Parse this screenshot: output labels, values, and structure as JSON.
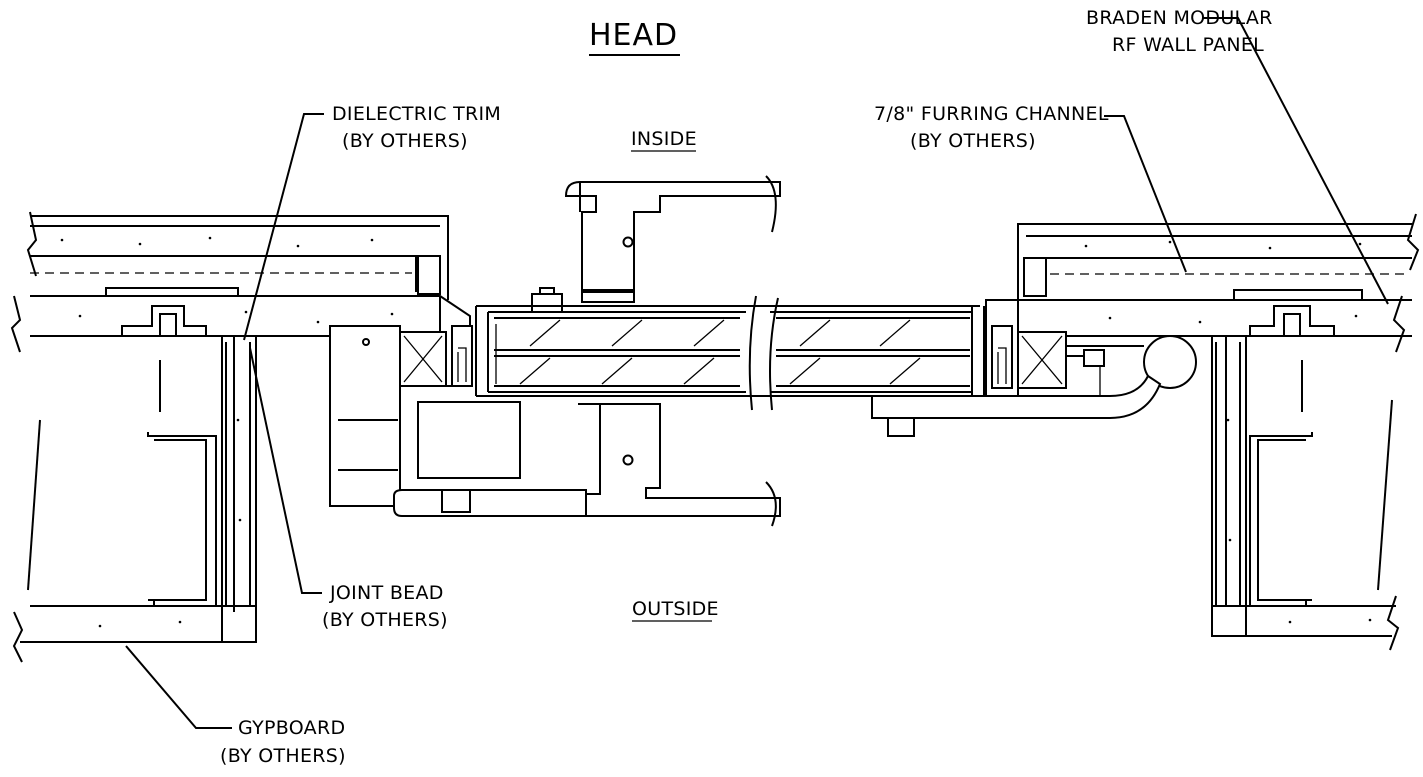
{
  "title": "HEAD",
  "labels": {
    "braden_line1": "BRADEN MODULAR",
    "braden_line2": "RF WALL PANEL",
    "dielectric_line1": "DIELECTRIC TRIM",
    "dielectric_line2": "(BY OTHERS)",
    "furring_line1": "7/8\" FURRING CHANNEL",
    "furring_line2": "(BY OTHERS)",
    "inside": "INSIDE",
    "outside": "OUTSIDE",
    "joint_line1": "JOINT BEAD",
    "joint_line2": "(BY OTHERS)",
    "gyp_line1": "GYPBOARD",
    "gyp_line2": "(BY OTHERS)"
  }
}
